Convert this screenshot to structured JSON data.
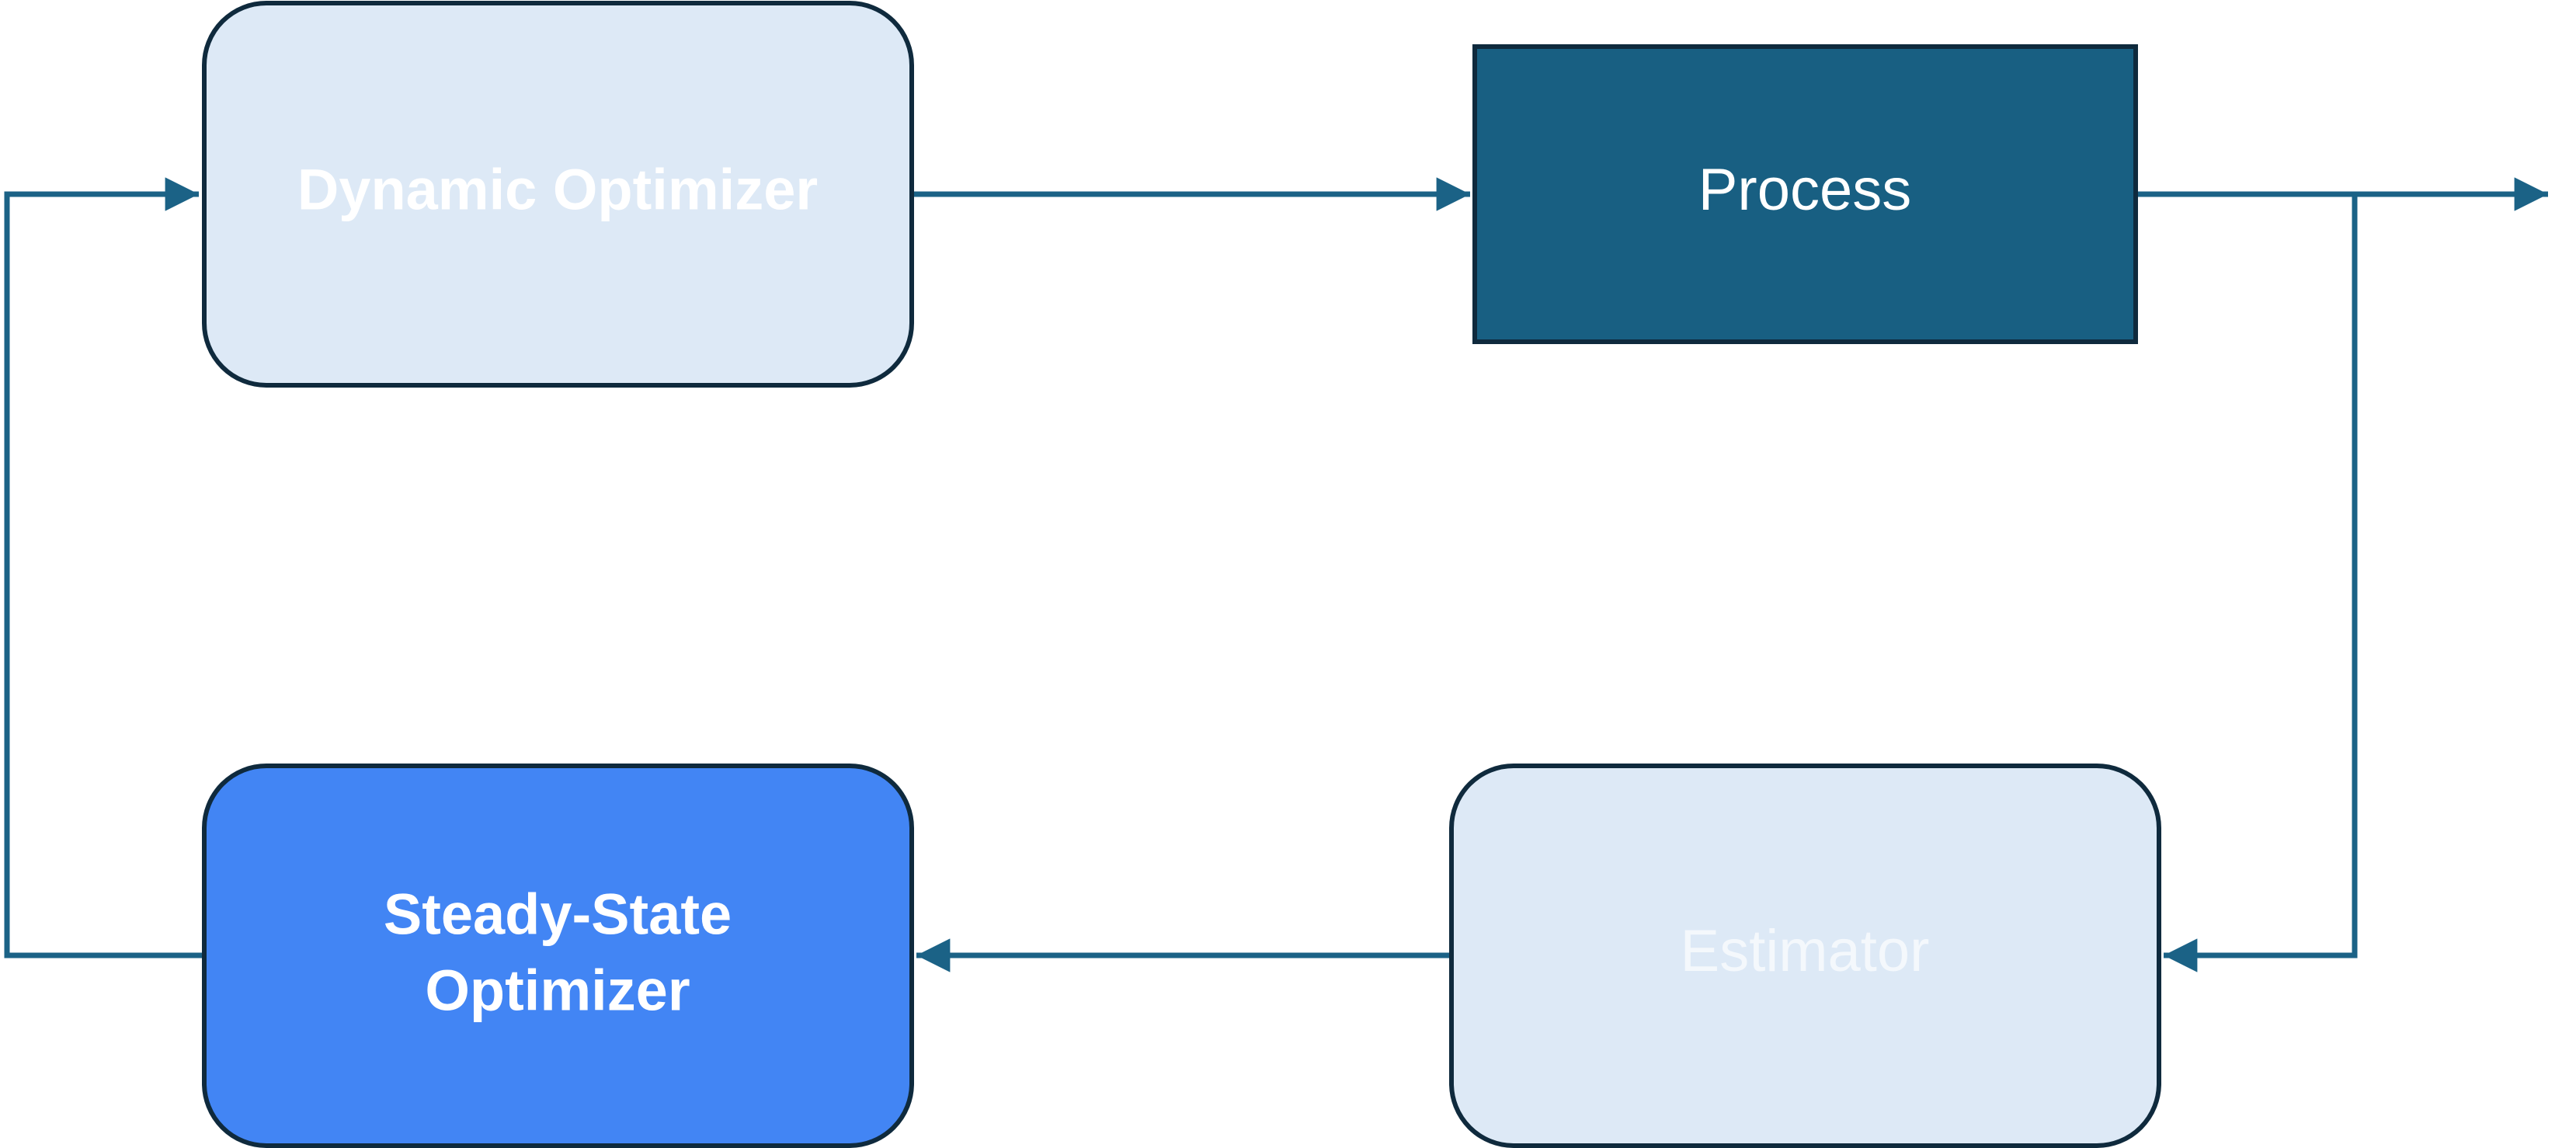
{
  "diagram": {
    "nodes": {
      "dynamic_optimizer": {
        "label": "Dynamic Optimizer"
      },
      "process": {
        "label": "Process"
      },
      "steady_state_optimizer": {
        "label_line1": "Steady-State",
        "label_line2": "Optimizer"
      },
      "estimator": {
        "label": "Estimator"
      }
    },
    "colors": {
      "edge": "#1b6286",
      "border": "#0f2a3d",
      "light_fill": "#dde9f6",
      "process_fill": "#185f82",
      "steady_fill": "#4285f4",
      "label_white": "#ffffff",
      "label_faint": "#f4f8fc"
    }
  }
}
